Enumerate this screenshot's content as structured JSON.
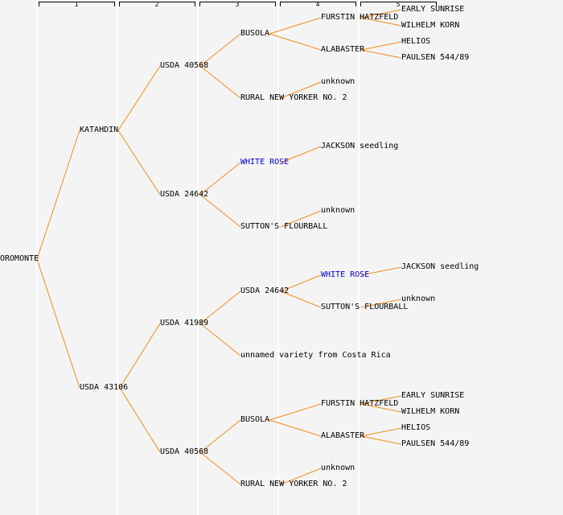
{
  "colors": {
    "edge": "#f08c1a",
    "link": "#0000cc",
    "background": "#f4f4f4"
  },
  "generations": [
    "1",
    "2",
    "3",
    "4",
    "5"
  ],
  "pedigree": {
    "name": "OROMONTE",
    "parents": [
      {
        "name": "KATAHDIN",
        "parents": [
          {
            "name": "USDA 40568",
            "parents": [
              {
                "name": "BUSOLA",
                "parents": [
                  {
                    "name": "FURSTIN HATZFELD",
                    "parents": [
                      {
                        "name": "EARLY SUNRISE"
                      },
                      {
                        "name": "WILHELM KORN"
                      }
                    ]
                  },
                  {
                    "name": "ALABASTER",
                    "parents": [
                      {
                        "name": "HELIOS"
                      },
                      {
                        "name": "PAULSEN 544/89"
                      }
                    ]
                  }
                ]
              },
              {
                "name": "RURAL NEW YORKER NO. 2",
                "parents": [
                  {
                    "name": "unknown"
                  }
                ]
              }
            ]
          },
          {
            "name": "USDA 24642",
            "parents": [
              {
                "name": "WHITE ROSE",
                "link": true,
                "parents": [
                  {
                    "name": "JACKSON seedling"
                  }
                ]
              },
              {
                "name": "SUTTON'S FLOURBALL",
                "parents": [
                  {
                    "name": "unknown"
                  }
                ]
              }
            ]
          }
        ]
      },
      {
        "name": "USDA 43106",
        "parents": [
          {
            "name": "USDA 41989",
            "parents": [
              {
                "name": "USDA 24642",
                "parents": [
                  {
                    "name": "WHITE ROSE",
                    "link": true,
                    "parents": [
                      {
                        "name": "JACKSON seedling"
                      }
                    ]
                  },
                  {
                    "name": "SUTTON'S FLOURBALL",
                    "parents": [
                      {
                        "name": "unknown"
                      }
                    ]
                  }
                ]
              },
              {
                "name": "unnamed variety from Costa Rica"
              }
            ]
          },
          {
            "name": "USDA 40568",
            "parents": [
              {
                "name": "BUSOLA",
                "parents": [
                  {
                    "name": "FURSTIN HATZFELD",
                    "parents": [
                      {
                        "name": "EARLY SUNRISE"
                      },
                      {
                        "name": "WILHELM KORN"
                      }
                    ]
                  },
                  {
                    "name": "ALABASTER",
                    "parents": [
                      {
                        "name": "HELIOS"
                      },
                      {
                        "name": "PAULSEN 544/89"
                      }
                    ]
                  }
                ]
              },
              {
                "name": "RURAL NEW YORKER NO. 2",
                "parents": [
                  {
                    "name": "unknown"
                  }
                ]
              }
            ]
          }
        ]
      }
    ]
  }
}
